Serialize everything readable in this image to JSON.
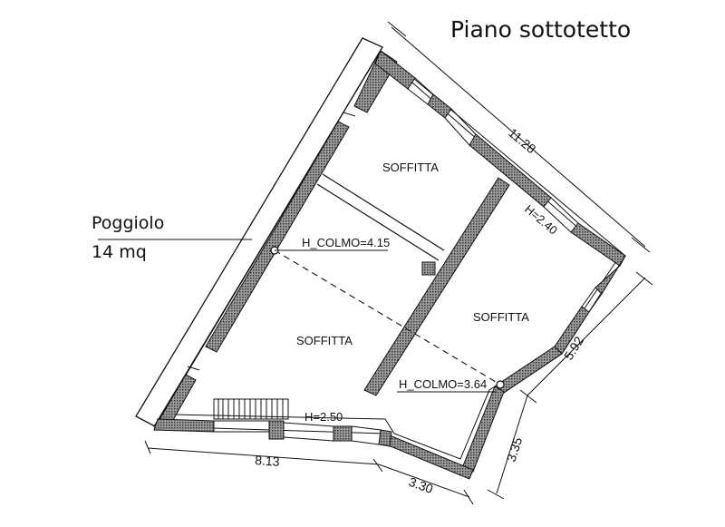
{
  "title": "Piano sottotetto",
  "balcony": {
    "name": "Poggiolo",
    "area": "14 mq"
  },
  "rooms": {
    "top": "SOFFITTA",
    "left": "SOFFITTA",
    "right": "SOFFITTA"
  },
  "heights": {
    "colmo_left": "H_COLMO=4.15",
    "colmo_right": "H_COLMO=3.64",
    "h_right": "H=2.40",
    "h_bottom": "H=2.50"
  },
  "dimensions": {
    "top": "11.28",
    "right": "5.92",
    "right_lower": "3.35",
    "bottom_left": "8.13",
    "bottom_right": "3.30"
  },
  "colors": {
    "ink": "#111111",
    "wall_hatch": "#555555",
    "background": "#ffffff"
  }
}
